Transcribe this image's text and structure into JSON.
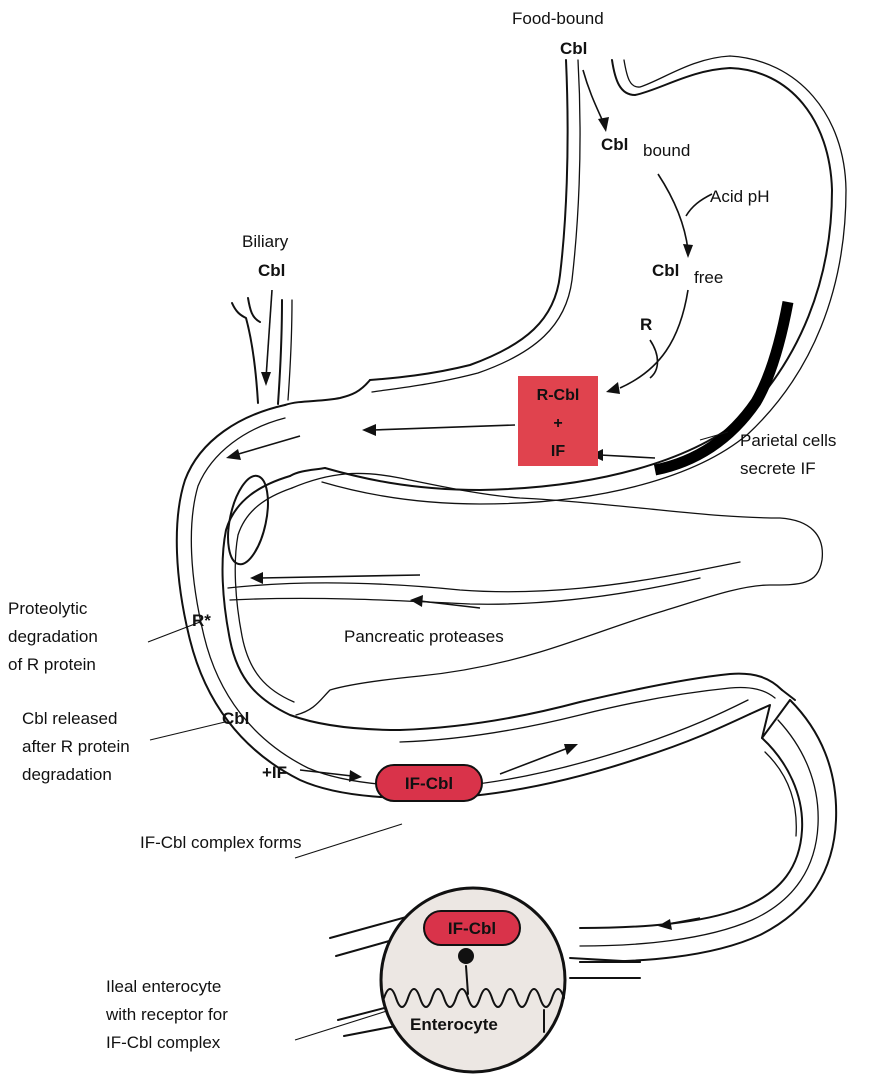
{
  "labels": {
    "food_bound": "Food-bound",
    "cbl_top": "Cbl",
    "cbl_bound_cbl": "Cbl",
    "cbl_bound_word": "bound",
    "acid_ph": "Acid pH",
    "cbl_free_cbl": "Cbl",
    "cbl_free_word": "free",
    "r": "R",
    "biliary": "Biliary",
    "biliary_cbl": "Cbl",
    "parietal_line1": "Parietal cells",
    "parietal_line2": "secrete IF",
    "proteolytic_line1": "Proteolytic",
    "proteolytic_line2": "degradation",
    "proteolytic_line3": "of R protein",
    "r_star": "R*",
    "pancreatic": "Pancreatic proteases",
    "cbl_released_line1": "Cbl released",
    "cbl_released_line2": "after R protein",
    "cbl_released_line3": "degradation",
    "cbl_mid": "Cbl",
    "plus_if": "+IF",
    "complex_forms": "IF-Cbl complex forms",
    "ileal_line1": "Ileal enterocyte",
    "ileal_line2": "with receptor for",
    "ileal_line3": "IF-Cbl complex",
    "enterocyte": "Enterocyte"
  },
  "boxes": {
    "r_cbl_line1": "R-Cbl",
    "r_cbl_line2": "+",
    "r_cbl_line3": "IF",
    "if_cbl_intestine": "IF-Cbl",
    "if_cbl_cell": "IF-Cbl"
  },
  "colors": {
    "highlight": "#e0434e",
    "pill": "#d9334a",
    "cell_fill": "#ece7e3",
    "ink": "#111111"
  }
}
